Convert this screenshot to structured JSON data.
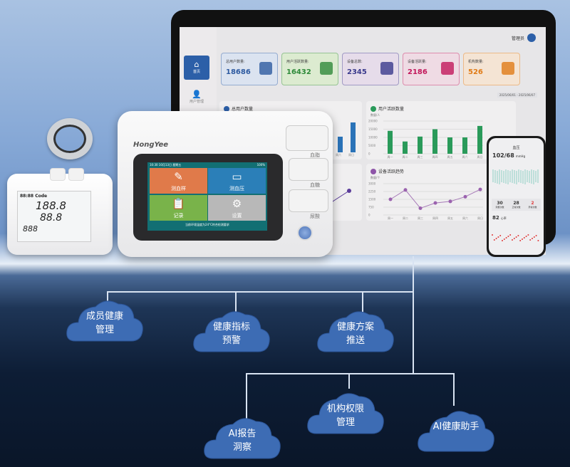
{
  "tablet": {
    "admin_label": "管理员",
    "nav": [
      {
        "label": "首页",
        "icon": "home-icon"
      },
      {
        "label": "用户管理",
        "icon": "user-icon"
      }
    ],
    "cards": [
      {
        "label": "总用户数量:",
        "value": "18686",
        "color": "#2d5aa0"
      },
      {
        "label": "用户活跃数量:",
        "value": "16432",
        "color": "#2f8a3a"
      },
      {
        "label": "设备总数:",
        "value": "2345",
        "color": "#3a3a8c"
      },
      {
        "label": "设备活跃量:",
        "value": "2186",
        "color": "#c2185b"
      },
      {
        "label": "机构数量:",
        "value": "526",
        "color": "#e07b16"
      }
    ],
    "date_range": "2025/06/01 - 2025/06/07",
    "panels": {
      "total_users": {
        "title": "总用户数量",
        "x_labels": [
          "周六",
          "周日"
        ]
      },
      "active_users": {
        "title": "用户活跃数量",
        "y_label": "数量/人",
        "y_ticks": [
          "20000",
          "15000",
          "10000",
          "5000",
          "0"
        ],
        "x_labels": [
          "周一",
          "周二",
          "周三",
          "周四",
          "周五",
          "周六",
          "周日"
        ],
        "values": [
          14000,
          7500,
          10500,
          15000,
          10000,
          10000,
          17000
        ]
      },
      "device_active": {
        "title": "设备活跃趋势",
        "y_label": "数量/个",
        "y_ticks": [
          "3000",
          "2250",
          "1500",
          "750",
          "0"
        ],
        "x_labels": [
          "周一",
          "周二",
          "周三",
          "周四",
          "周五",
          "周六",
          "周日"
        ],
        "values": [
          1500,
          2400,
          650,
          1150,
          1300,
          1750,
          2450
        ]
      }
    }
  },
  "device": {
    "brand": "HongYee",
    "status_bar": "10:30  10月13日  星期五",
    "battery": "100%",
    "tiles": [
      {
        "label": "测血样",
        "color": "#e07a4a"
      },
      {
        "label": "测血压",
        "color": "#2b7fb8"
      },
      {
        "label": "记录",
        "color": "#79b34a"
      },
      {
        "label": "设置",
        "color": "#b8b8b8"
      }
    ],
    "footer": "当前环境温度为24°C符合检测要求",
    "slots": [
      "血脂",
      "血糖",
      "尿酸"
    ]
  },
  "phone": {
    "title": "血压",
    "reading": "102/68",
    "unit": "mmHg",
    "stats": [
      {
        "value": "30",
        "label": "测量次数"
      },
      {
        "value": "28",
        "label": "正常次数"
      },
      {
        "value": "2",
        "label": "异常次数"
      }
    ],
    "heart_rate": "82",
    "hr_label": "心率"
  },
  "bp_monitor": {
    "code": "88:88 Code",
    "sys": "188.8",
    "dia": "88.8",
    "pulse": "888"
  },
  "features": [
    {
      "line1": "成员健康",
      "line2": "管理"
    },
    {
      "line1": "健康指标",
      "line2": "预警"
    },
    {
      "line1": "健康方案",
      "line2": "推送"
    },
    {
      "line1": "机构权限",
      "line2": "管理"
    },
    {
      "line1": "AI报告",
      "line2": "洞察"
    },
    {
      "line1": "AI健康助手",
      "line2": ""
    }
  ],
  "colors": {
    "cloud": "#3d6cb4",
    "line": "#d8e3f2"
  }
}
